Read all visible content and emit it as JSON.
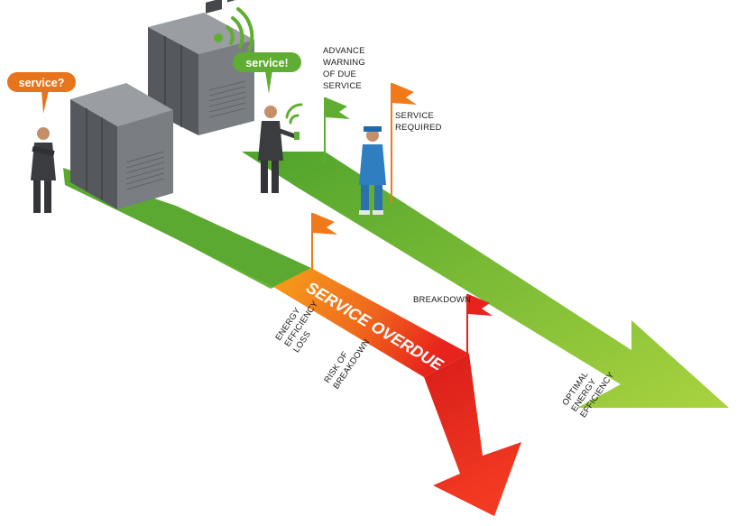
{
  "bubbles": {
    "left": "service?",
    "right": "service!"
  },
  "labels": {
    "advance_warning": [
      "ADVANCE",
      "WARNING",
      "OF DUE",
      "SERVICE"
    ],
    "service_required": [
      "SERVICE",
      "REQUIRED"
    ],
    "breakdown": "BREAKDOWN",
    "energy_loss": [
      "ENERGY",
      "EFFICIENCY",
      "LOSS"
    ],
    "risk": [
      "RISK OF",
      "BREAKDOWN"
    ],
    "optimal": [
      "OPTIMAL",
      "ENERGY",
      "EFFICIENCY"
    ],
    "overdue": "SERVICE OVERDUE"
  },
  "colors": {
    "green_dark": "#5fad32",
    "green_light": "#9bcf3f",
    "orange": "#f07a1a",
    "red": "#e8221c",
    "cabinet": "#6b6e72",
    "bubble_orange": "#e8741c",
    "bubble_green": "#5fad32"
  }
}
